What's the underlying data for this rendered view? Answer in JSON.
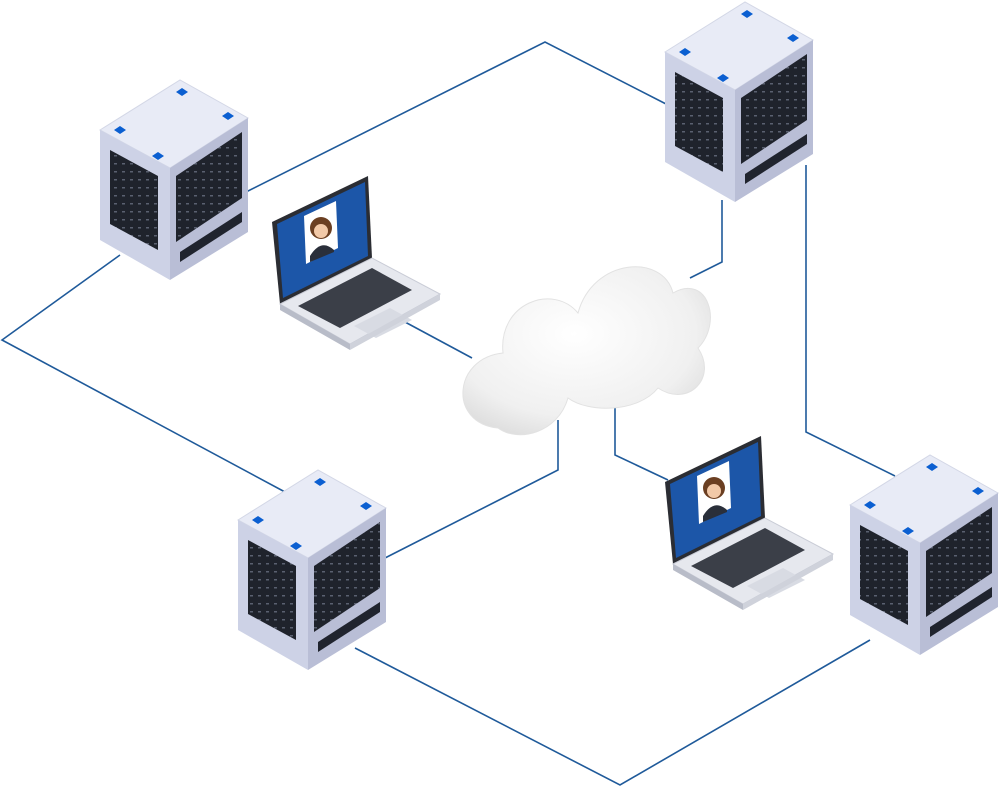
{
  "diagram": {
    "nodes": [
      {
        "id": "server-top-left",
        "kind": "server"
      },
      {
        "id": "server-top-right",
        "kind": "server"
      },
      {
        "id": "server-bottom-left",
        "kind": "server"
      },
      {
        "id": "server-bottom-right",
        "kind": "server"
      },
      {
        "id": "laptop-left",
        "kind": "laptop"
      },
      {
        "id": "laptop-right",
        "kind": "laptop"
      },
      {
        "id": "cloud-center",
        "kind": "cloud"
      }
    ],
    "edges": [
      {
        "from": "server-top-left",
        "to": "server-top-right"
      },
      {
        "from": "server-top-left",
        "to": "server-bottom-left"
      },
      {
        "from": "server-top-right",
        "to": "cloud-center"
      },
      {
        "from": "server-top-right",
        "to": "server-bottom-right"
      },
      {
        "from": "server-bottom-left",
        "to": "cloud-center"
      },
      {
        "from": "server-bottom-left",
        "to": "server-bottom-right"
      },
      {
        "from": "laptop-left",
        "to": "cloud-center"
      },
      {
        "from": "laptop-right",
        "to": "cloud-center"
      }
    ]
  },
  "colors": {
    "link": "#1f5a9a",
    "server_top": "#e8ebf6",
    "server_front": "#cdd2e6",
    "server_side": "#b9bed6",
    "server_rack": "#20242e",
    "server_led": "#0b5fd1",
    "screen": "#1c56a8",
    "laptop_body": "#e6e8ee",
    "cloud": "#f2f2f2"
  }
}
